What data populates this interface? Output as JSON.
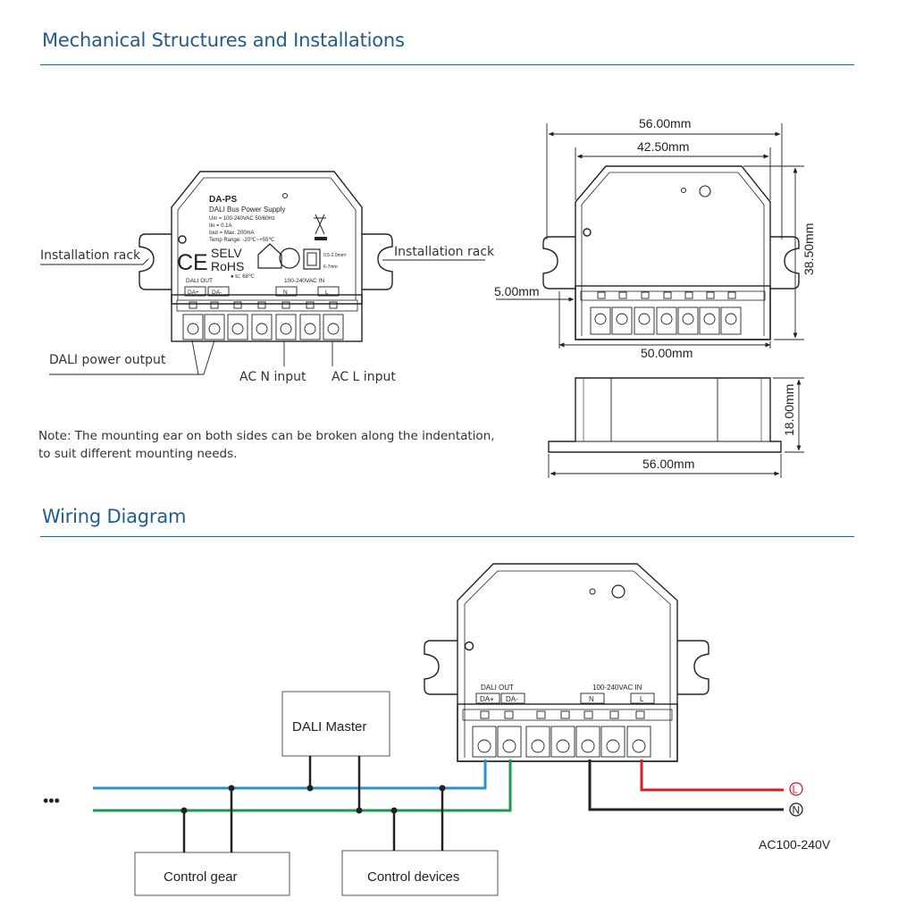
{
  "sections": {
    "mechanical_title": "Mechanical Structures and Installations",
    "wiring_title": "Wiring Diagram"
  },
  "device_label": {
    "model": "DA-PS",
    "desc": "DALI Bus Power Supply",
    "uin": "Uin  = 100-240VAC 50/60Hz",
    "iin": "Iin   = 0.1A",
    "iout": "Iout = Max. 200mA",
    "temp": "Temp Range: -20℃~+55℃",
    "ce": "CE",
    "selv": "SELV",
    "rohs": "RoHS",
    "tc": "● tc: 68℃",
    "wire_size": "0.5-2.0mm²",
    "strip": "6-7mm",
    "dali_out": "DALI OUT",
    "ac_in": "100-240VAC IN",
    "da_plus": "DA+",
    "da_minus": "DA-",
    "n": "N",
    "l": "L"
  },
  "callouts": {
    "rack_left": "Installation rack",
    "rack_right": "Installation rack",
    "dali_output": "DALI power output",
    "ac_n": "AC N input",
    "ac_l": "AC L input"
  },
  "note": {
    "line1": "Note: The mounting ear on both sides can be broken along the indentation,",
    "line2": "to suit different mounting needs."
  },
  "dimensions": {
    "w_outer": "56.00mm",
    "w_body": "42.50mm",
    "h_total": "38.50mm",
    "ear": "5.00mm",
    "w_base": "50.00mm",
    "depth": "18.00mm",
    "w_side": "56.00mm"
  },
  "wiring": {
    "master": "DALI Master",
    "gear": "Control gear",
    "devices": "Control devices",
    "dots": "•••",
    "l_symbol": "L",
    "n_symbol": "N",
    "ac_supply": "AC100-240V",
    "dali_out": "DALI OUT",
    "ac_in": "100-240VAC IN",
    "da_plus": "DA+",
    "da_minus": "DA-",
    "n": "N",
    "l": "L"
  },
  "colors": {
    "title": "#1f5c8f",
    "rule": "#2a6496",
    "dali_bus_1": "#2b8fd0",
    "dali_bus_2": "#1a9a4a",
    "live": "#d32027",
    "neutral": "#222222"
  }
}
